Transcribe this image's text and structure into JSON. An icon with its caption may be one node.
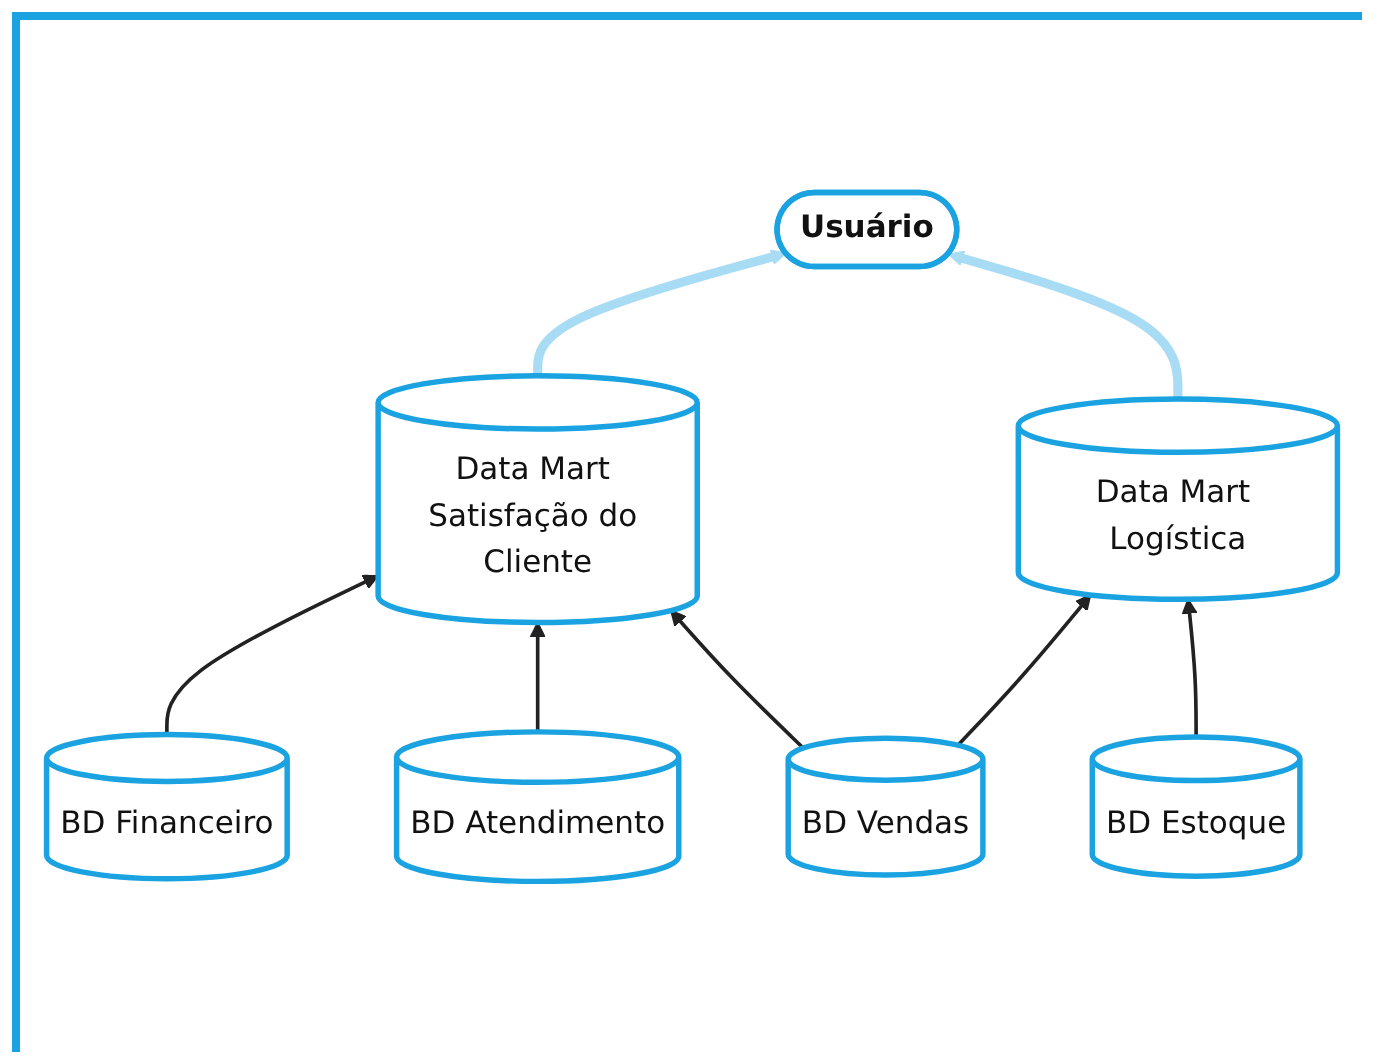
{
  "diagram": {
    "nodes": [
      {
        "text": [
          "Usuário"
        ]
      },
      {
        "text": [
          "BD Financeiro"
        ]
      },
      {
        "text": [
          "Data Mart Satisfação do Cliente"
        ]
      },
      {
        "text": [
          "BD Atendimento"
        ]
      },
      {
        "text": [
          "BD Vendas"
        ]
      },
      {
        "text": [
          "Data Mart Logística"
        ]
      },
      {
        "text": [
          "BD Estoque"
        ]
      }
    ],
    "edges": [
      {
        "from": 1,
        "to": 2,
        "arrow": "to"
      },
      {
        "from": 3,
        "to": 2,
        "arrow": "to"
      },
      {
        "from": 4,
        "to": 2,
        "arrow": "to"
      },
      {
        "from": 4,
        "to": 5,
        "arrow": "to"
      },
      {
        "from": 6,
        "to": 5,
        "arrow": "to"
      },
      {
        "from": 2,
        "to": 0,
        "arrow": "to",
        "style": "thick",
        "color": "#a8dcf4"
      },
      {
        "from": 5,
        "to": 0,
        "arrow": "to",
        "style": "thick",
        "color": "#a8dcf4"
      }
    ]
  }
}
